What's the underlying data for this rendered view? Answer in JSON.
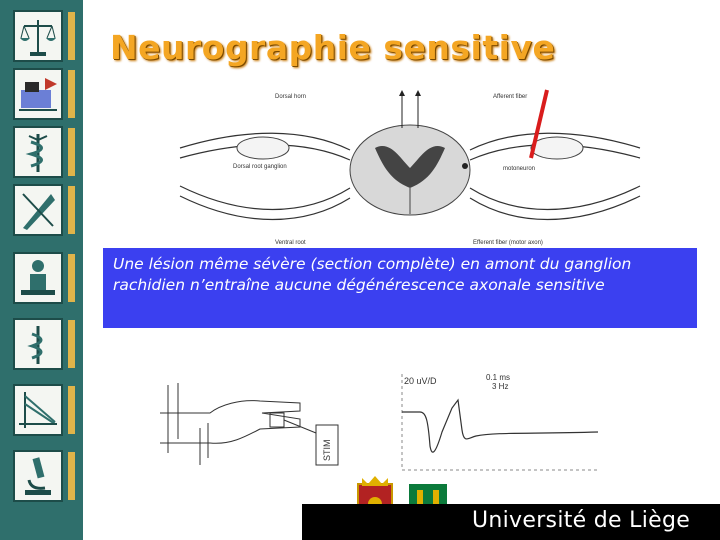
{
  "title": "Neurographie sensitive",
  "diagram_labels": {
    "dorsal_horn": "Dorsal horn",
    "afferent_fiber": "Afferent fiber",
    "dorsal_root_ganglion": "Dorsal root ganglion",
    "motoneuron": "motoneuron",
    "ventral_root": "Ventral root",
    "efferent_fiber": "Efferent fiber (motor axon)"
  },
  "caption": "Une lésion même sévère (section complète) en amont du ganglion rachidien n’entraîne aucune dégénérescence axonale sensitive",
  "recording": {
    "scale": "20 uV/D",
    "time": "0.1 ms",
    "frequency": "3 Hz"
  },
  "stim_label": "STIM",
  "footer": {
    "university": "Université de Liège"
  },
  "sidebar_icons": [
    "scales-icon",
    "lecture-icon",
    "caduceus-icon",
    "quill-icon",
    "figure-icon",
    "staff-of-asclepius-icon",
    "bridge-icon",
    "microscope-icon"
  ],
  "colors": {
    "sidebar": "#2f6f6c",
    "title": "#f4a623",
    "caption_bg": "#3b40f0",
    "lesion_mark": "#d91c1c",
    "footer": "#000000"
  }
}
